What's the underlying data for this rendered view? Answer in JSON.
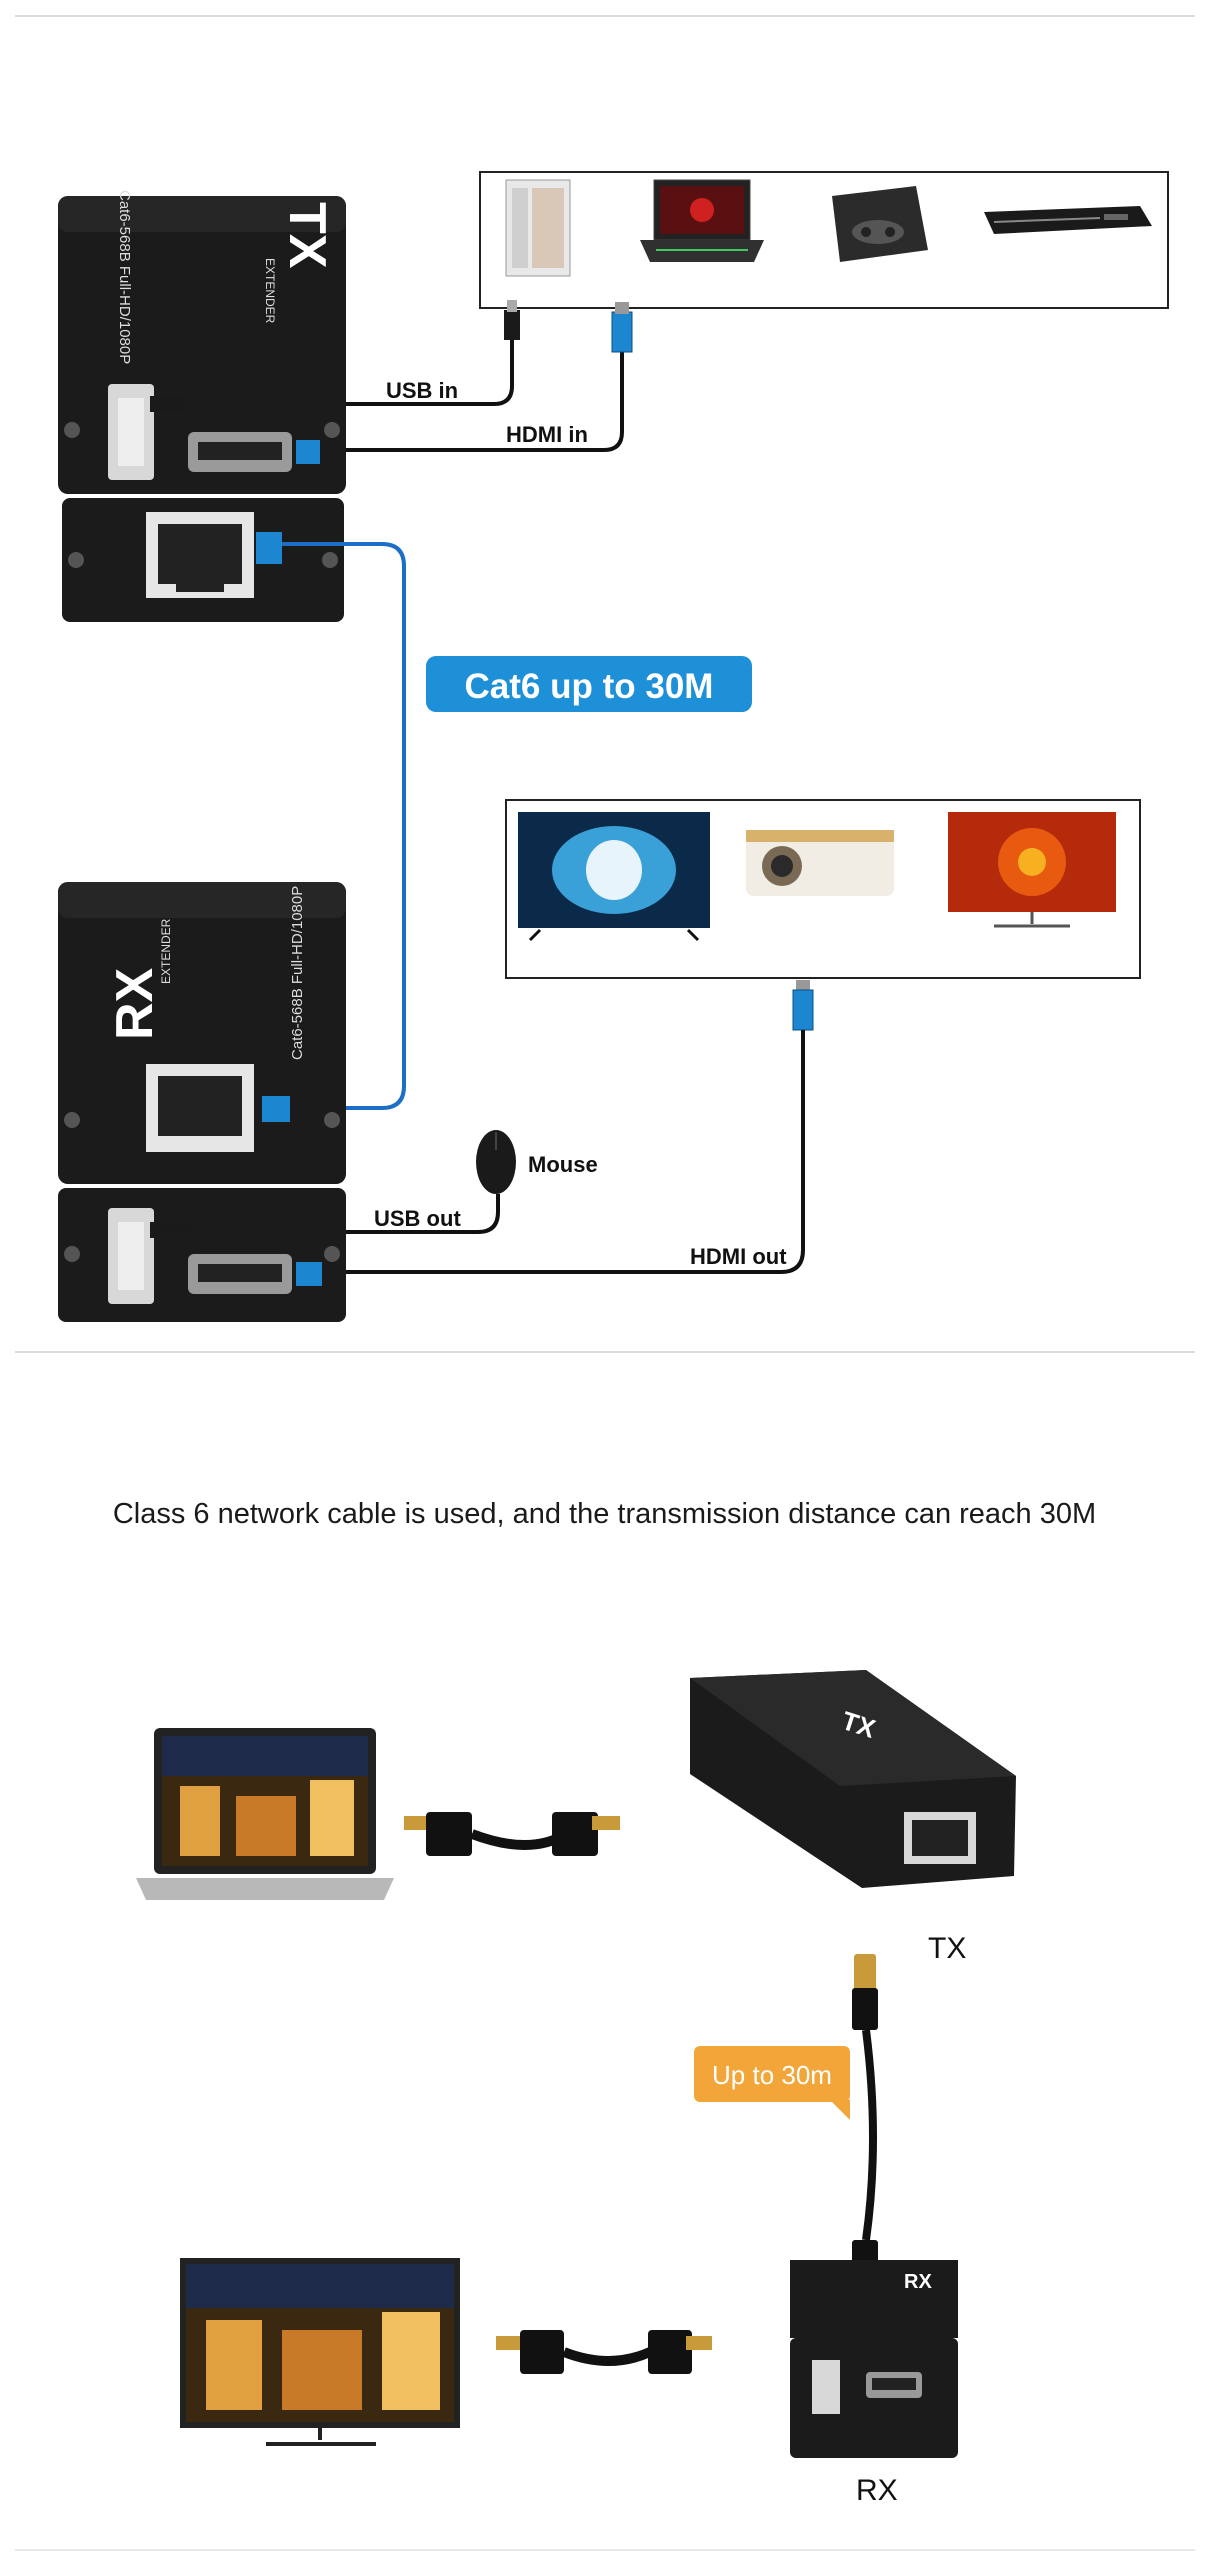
{
  "diagram1": {
    "tx_label": "TX",
    "tx_sub": "EXTENDER",
    "tx_model": "Cat6-568B Full-HD/1080P",
    "rx_label": "RX",
    "rx_sub": "EXTENDER",
    "rx_model": "Cat6-568B Full-HD/1080P",
    "usb_in": "USB in",
    "hdmi_in": "HDMI in",
    "cable_badge": "Cat6 up to 30M",
    "mouse": "Mouse",
    "usb_out": "USB out",
    "hdmi_out": "HDMI out",
    "colors": {
      "badge": "#1e90d8",
      "cable_blue": "#1c6fc4",
      "box": "#1b1b1b"
    }
  },
  "caption": "Class 6 network cable is used, and the transmission distance can reach 30M",
  "diagram2": {
    "tx_label": "TX",
    "rx_label": "RX",
    "distance_badge": "Up to 30m",
    "colors": {
      "badge": "#f2a63a"
    }
  }
}
